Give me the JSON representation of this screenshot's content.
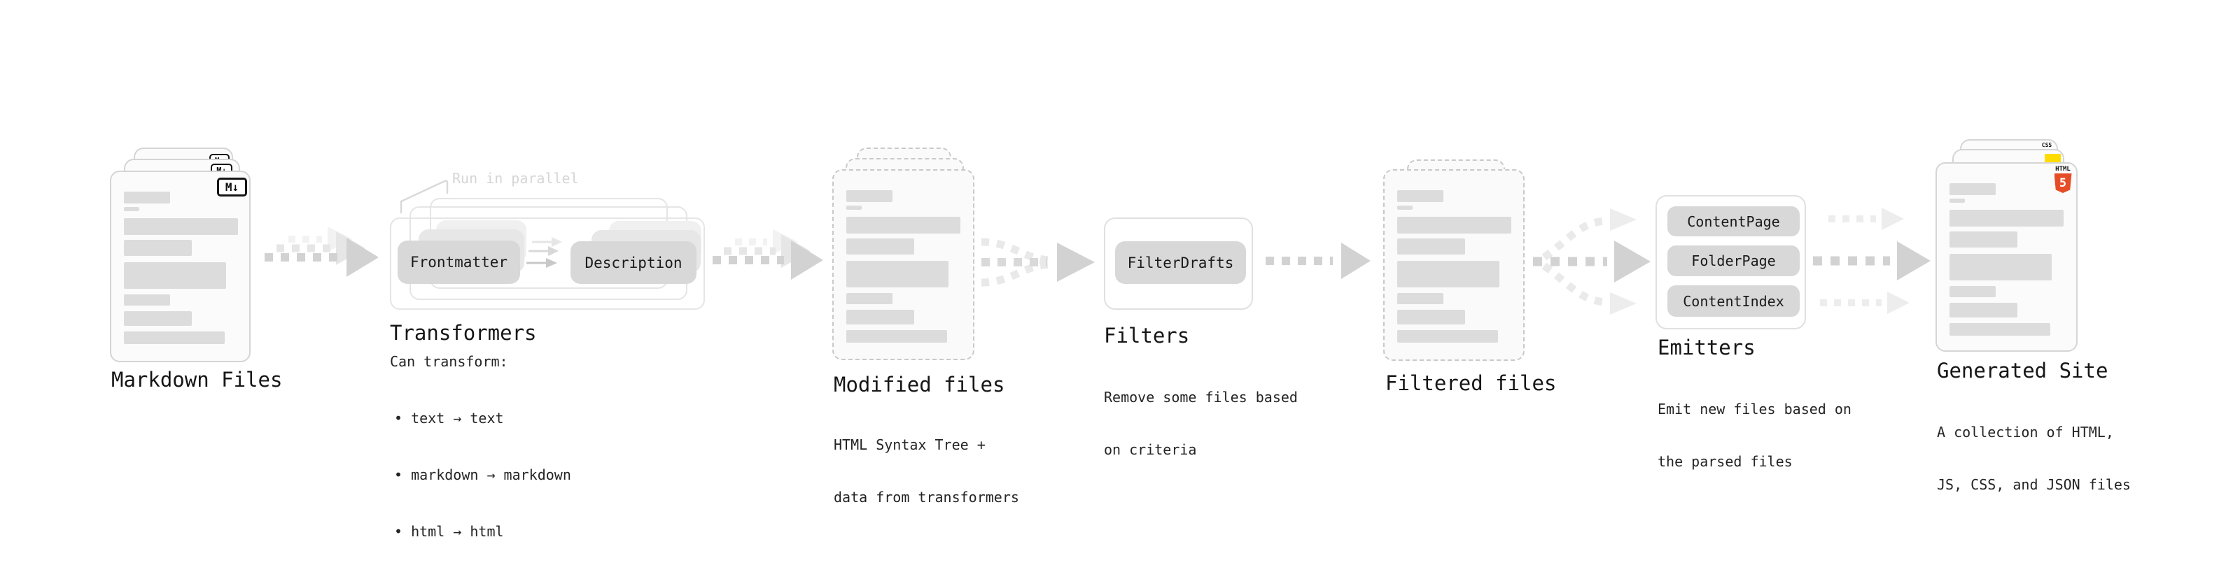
{
  "badges": {
    "markdown": "M↓",
    "css_label": "CSS",
    "html_label": "HTML",
    "html_number": "5"
  },
  "stages": {
    "markdown_files": {
      "label": "Markdown Files"
    },
    "transformers": {
      "note": "Run in parallel",
      "pills": [
        "Frontmatter",
        "Description"
      ],
      "title": "Transformers",
      "subtitle": "Can transform:",
      "bullets": [
        "• text → text",
        "• markdown → markdown",
        "• html → html"
      ]
    },
    "modified_files": {
      "label": "Modified files",
      "subtitle_line1": "HTML Syntax Tree +",
      "subtitle_line2": "data from transformers"
    },
    "filters": {
      "pills": [
        "FilterDrafts"
      ],
      "title": "Filters",
      "subtitle_line1": "Remove some files based",
      "subtitle_line2": "on criteria"
    },
    "filtered_files": {
      "label": "Filtered files"
    },
    "emitters": {
      "pills": [
        "ContentPage",
        "FolderPage",
        "ContentIndex"
      ],
      "title": "Emitters",
      "subtitle_line1": "Emit new files based on",
      "subtitle_line2": "the parsed files"
    },
    "generated_site": {
      "label": "Generated Site",
      "subtitle_line1": "A collection of HTML,",
      "subtitle_line2": "JS, CSS, and JSON files"
    }
  },
  "colors": {
    "arrow_main": "#d2d2d2",
    "arrow_ghost": "#e6e6e6",
    "arrow_faint": "#f2f2f2",
    "skeleton": "#dcdcdc",
    "html_orange": "#e54d26",
    "js_yellow": "#ffdc00",
    "css_blue": "#2d65f2"
  }
}
